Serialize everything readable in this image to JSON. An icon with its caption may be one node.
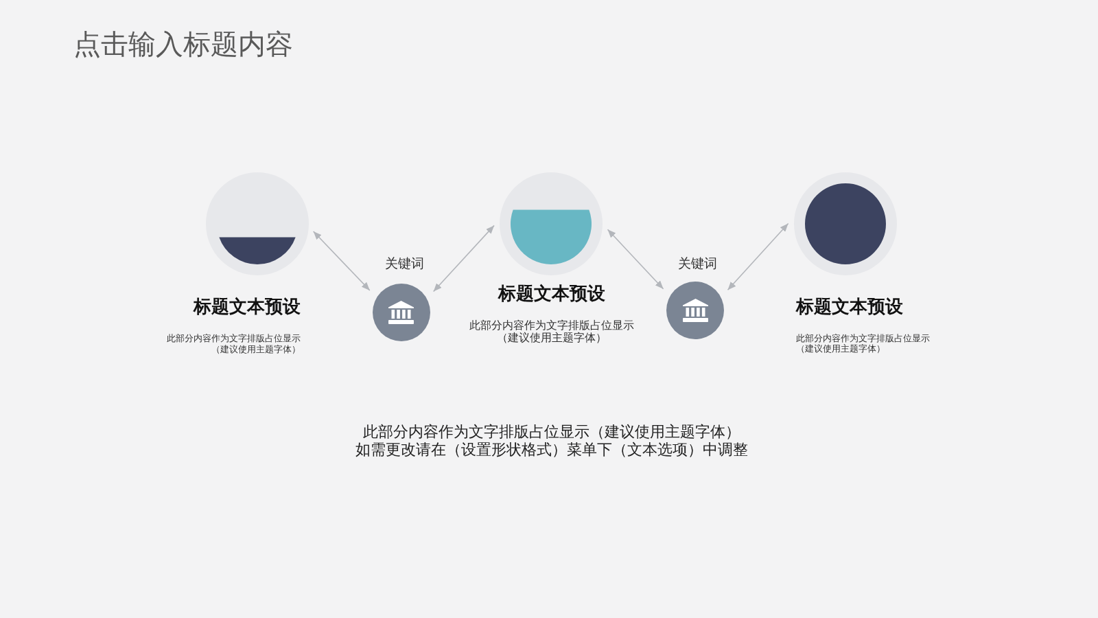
{
  "diagram": {
    "title": "点击输入标题内容",
    "nodes": [
      {
        "text": [],
        "shape": "circle",
        "beside": [
          "标题文本预设",
          "此部分内容作为文字排版占位显示（建议使用主题字体）"
        ]
      },
      {
        "text": [],
        "shape": "circle",
        "beside": [
          "关键词"
        ]
      },
      {
        "text": [],
        "shape": "circle",
        "beside": [
          "标题文本预设",
          "此部分内容作为文字排版占位显示（建议使用主题字体）"
        ]
      },
      {
        "text": [],
        "shape": "circle",
        "beside": [
          "关键词"
        ]
      },
      {
        "text": [],
        "shape": "circle",
        "beside": [
          "标题文本预设",
          "此部分内容作为文字排版占位显示（建议使用主题字体）"
        ]
      }
    ],
    "edges": [
      {
        "from": 0,
        "to": 1,
        "arrow": "both"
      },
      {
        "from": 1,
        "to": 2,
        "arrow": "both"
      },
      {
        "from": 2,
        "to": 3,
        "arrow": "both"
      },
      {
        "from": 3,
        "to": 4,
        "arrow": "both"
      }
    ],
    "labels": [
      "此部分内容作为文字排版占位显示（建议使用主题字体）",
      "如需更改请在（设置形状格式）菜单下（文本选项）中调整"
    ]
  }
}
